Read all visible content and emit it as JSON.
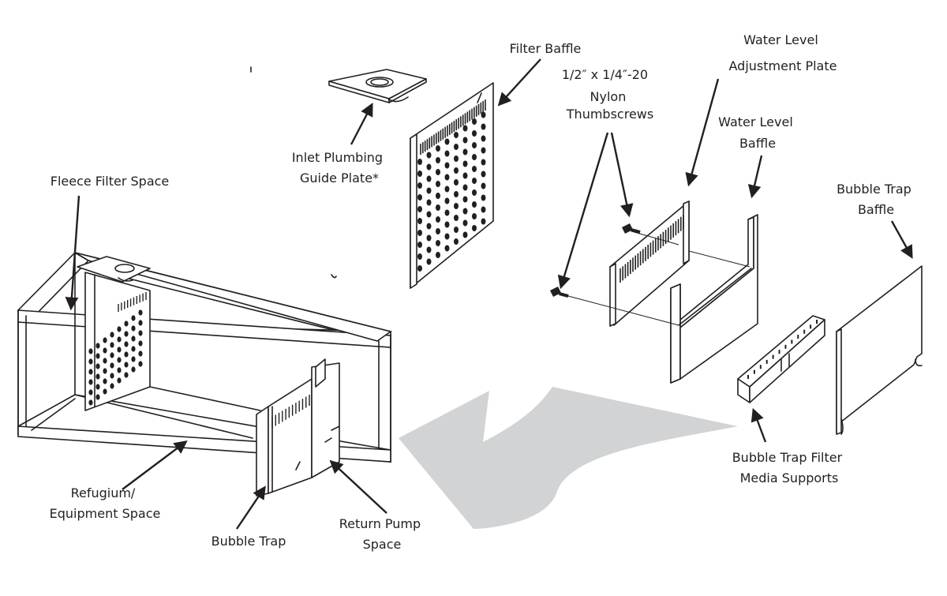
{
  "labels": {
    "filter_baffle": [
      "Filter Baffle"
    ],
    "water_level_plate": [
      "Water Level",
      "Adjustment Plate"
    ],
    "thumbscrews": [
      "1/2″ x 1/4″-20",
      "Nylon",
      "Thumbscrews"
    ],
    "water_level_baffle": [
      "Water Level",
      "Baffle"
    ],
    "inlet_plate": [
      "Inlet Plumbing",
      "Guide Plate*"
    ],
    "fleece_space": [
      "Fleece Filter Space"
    ],
    "bubble_trap_baffle": [
      "Bubble Trap",
      "Baffle"
    ],
    "bubble_trap_supports": [
      "Bubble Trap Filter",
      "Media Supports"
    ],
    "refugium": [
      "Refugium/",
      "Equipment Space"
    ],
    "bubble_trap": [
      "Bubble Trap"
    ],
    "return_pump": [
      "Return Pump",
      "Space"
    ]
  },
  "colors": {
    "line": "#231f20",
    "big_arrow": "#d2d3d4"
  }
}
